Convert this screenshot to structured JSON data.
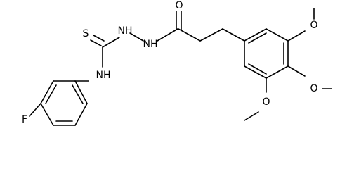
{
  "molecule": {
    "atoms": {
      "sulfur": "S",
      "nh_left": "NH",
      "nh_hydrazide_left": "NH",
      "nh_hydrazide_right": "NH",
      "carbonyl_oxygen": "O",
      "fluorine": "F",
      "methoxy_oxygen_top": "O",
      "methoxy_oxygen_middle": "O",
      "methoxy_oxygen_bottom": "O"
    }
  }
}
